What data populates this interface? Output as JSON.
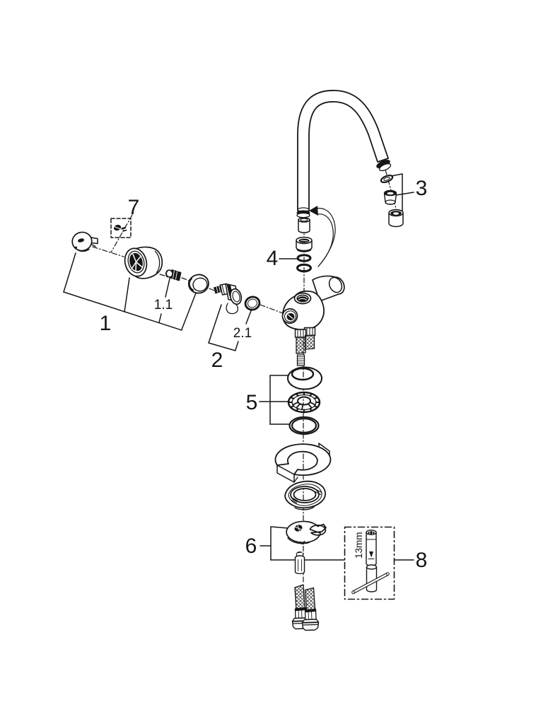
{
  "diagram": {
    "kind": "exploded-parts-diagram-faucet",
    "callouts": {
      "n1": "1",
      "n1_1": "1.1",
      "n2": "2",
      "n2_1": "2.1",
      "n3": "3",
      "n4": "4",
      "n5": "5",
      "n6": "6",
      "n7": "7",
      "n8": "8"
    },
    "tool_size_label": "13mm",
    "ink_color": "#161616",
    "background_color": "#ffffff"
  }
}
